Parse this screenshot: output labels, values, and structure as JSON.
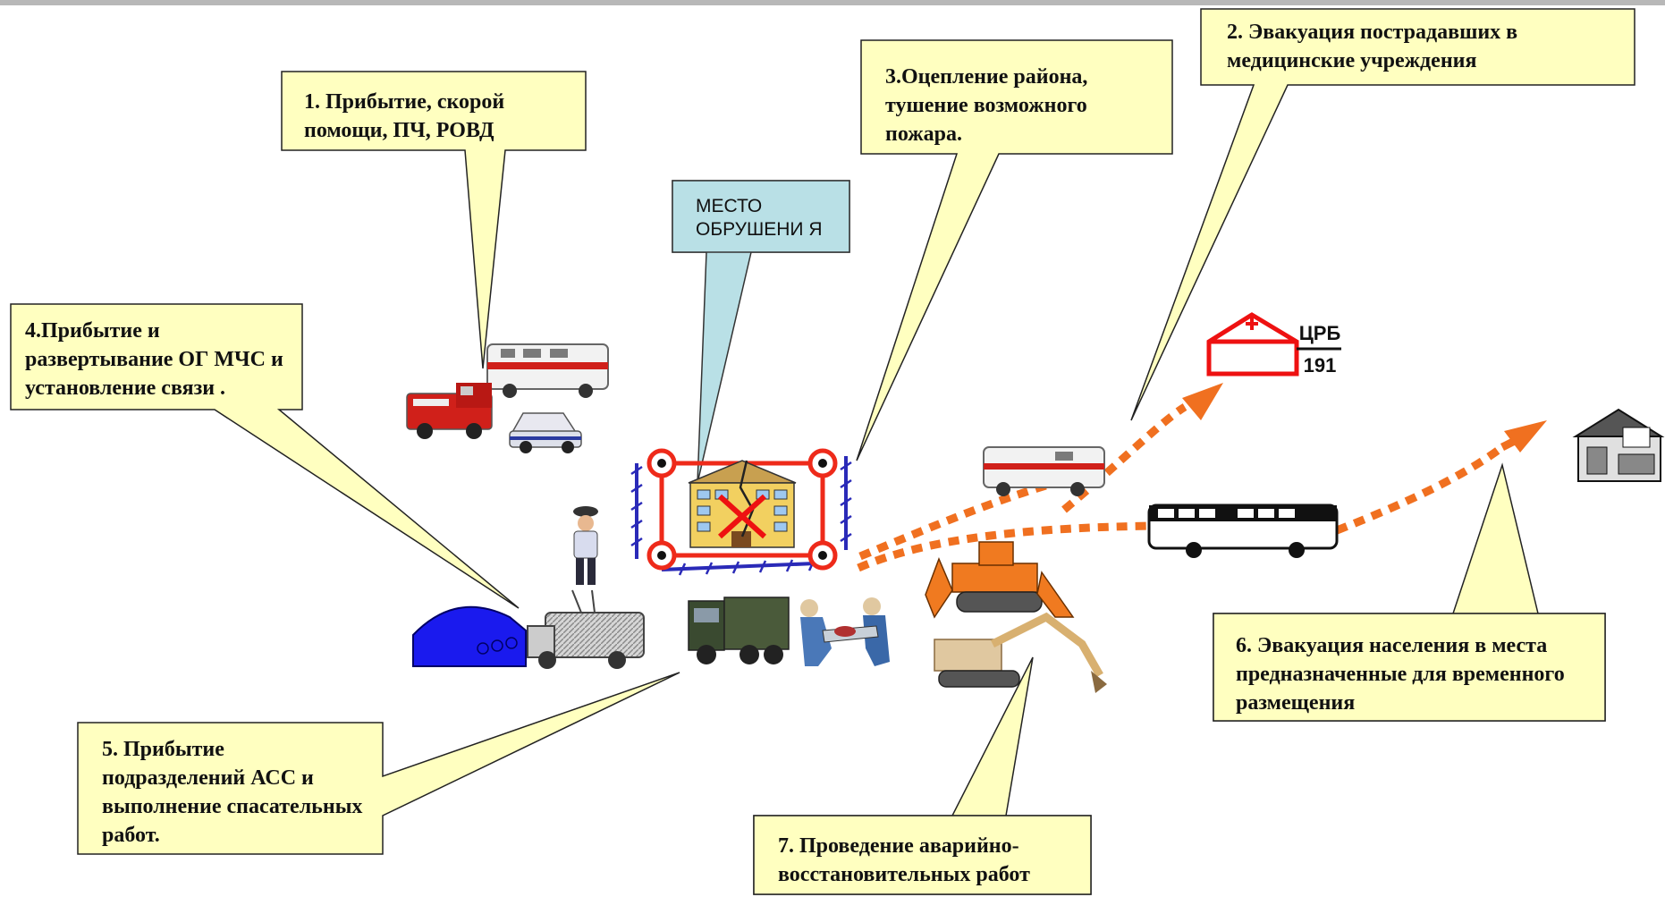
{
  "callouts": {
    "c1": "1. Прибытие, скорой помощи, ПЧ, РОВД",
    "c2": "2. Эвакуация пострадавших в медицинские учреждения",
    "c3": "3.Оцепление района, тушение возможного пожара.",
    "c4": "4.Прибытие и развертывание  ОГ МЧС и установление связи .",
    "c5": "5. Прибытие подразделений АСС  и выполнение спасательных работ.",
    "c6": "6. Эвакуация  населения в места предназначенные для временного размещения",
    "c7": "7. Проведение аварийно-восстановительных работ"
  },
  "collapse_site": {
    "label": "МЕСТО ОБРУШЕНИ Я"
  },
  "hospital": {
    "name": "ЦРБ",
    "number": "191"
  },
  "colors": {
    "callout_fill": "#ffffc0",
    "collapse_label_fill": "#b9e0e6",
    "route_arrow": "#f07020",
    "cordon": "#2a2ab8",
    "site_frame": "#ee2a1a",
    "hospital": "#ee1111"
  },
  "icons": [
    "fire-truck-icon",
    "ambulance-icon",
    "police-car-icon",
    "police-officer-icon",
    "tent-icon",
    "mobile-unit-truck-icon",
    "army-truck-icon",
    "rescuers-with-stretcher-icon",
    "bulldozer-icon",
    "excavator-icon",
    "bus-icon",
    "hospital-icon",
    "residential-house-icon",
    "collapsed-building-icon"
  ]
}
